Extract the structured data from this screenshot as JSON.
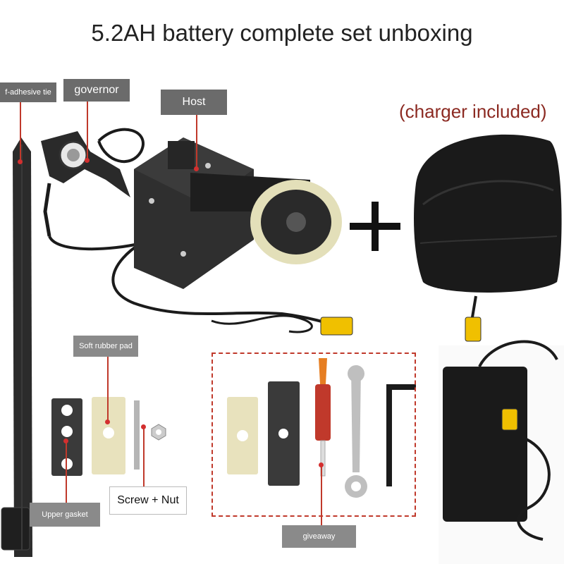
{
  "title": "5.2AH battery complete set unboxing",
  "charger_note": "(charger included)",
  "labels": {
    "tie": "f-adhesive tie",
    "governor": "governor",
    "host": "Host",
    "soft_pad": "Soft rubber pad",
    "screw_nut": "Screw + Nut",
    "upper_gasket": "Upper gasket",
    "giveaway": "giveaway"
  },
  "plus_sign": "+",
  "colors": {
    "title": "#222222",
    "charger_note": "#8c2a22",
    "label_bg": "#6b6b6b",
    "leader": "#c0392b"
  }
}
